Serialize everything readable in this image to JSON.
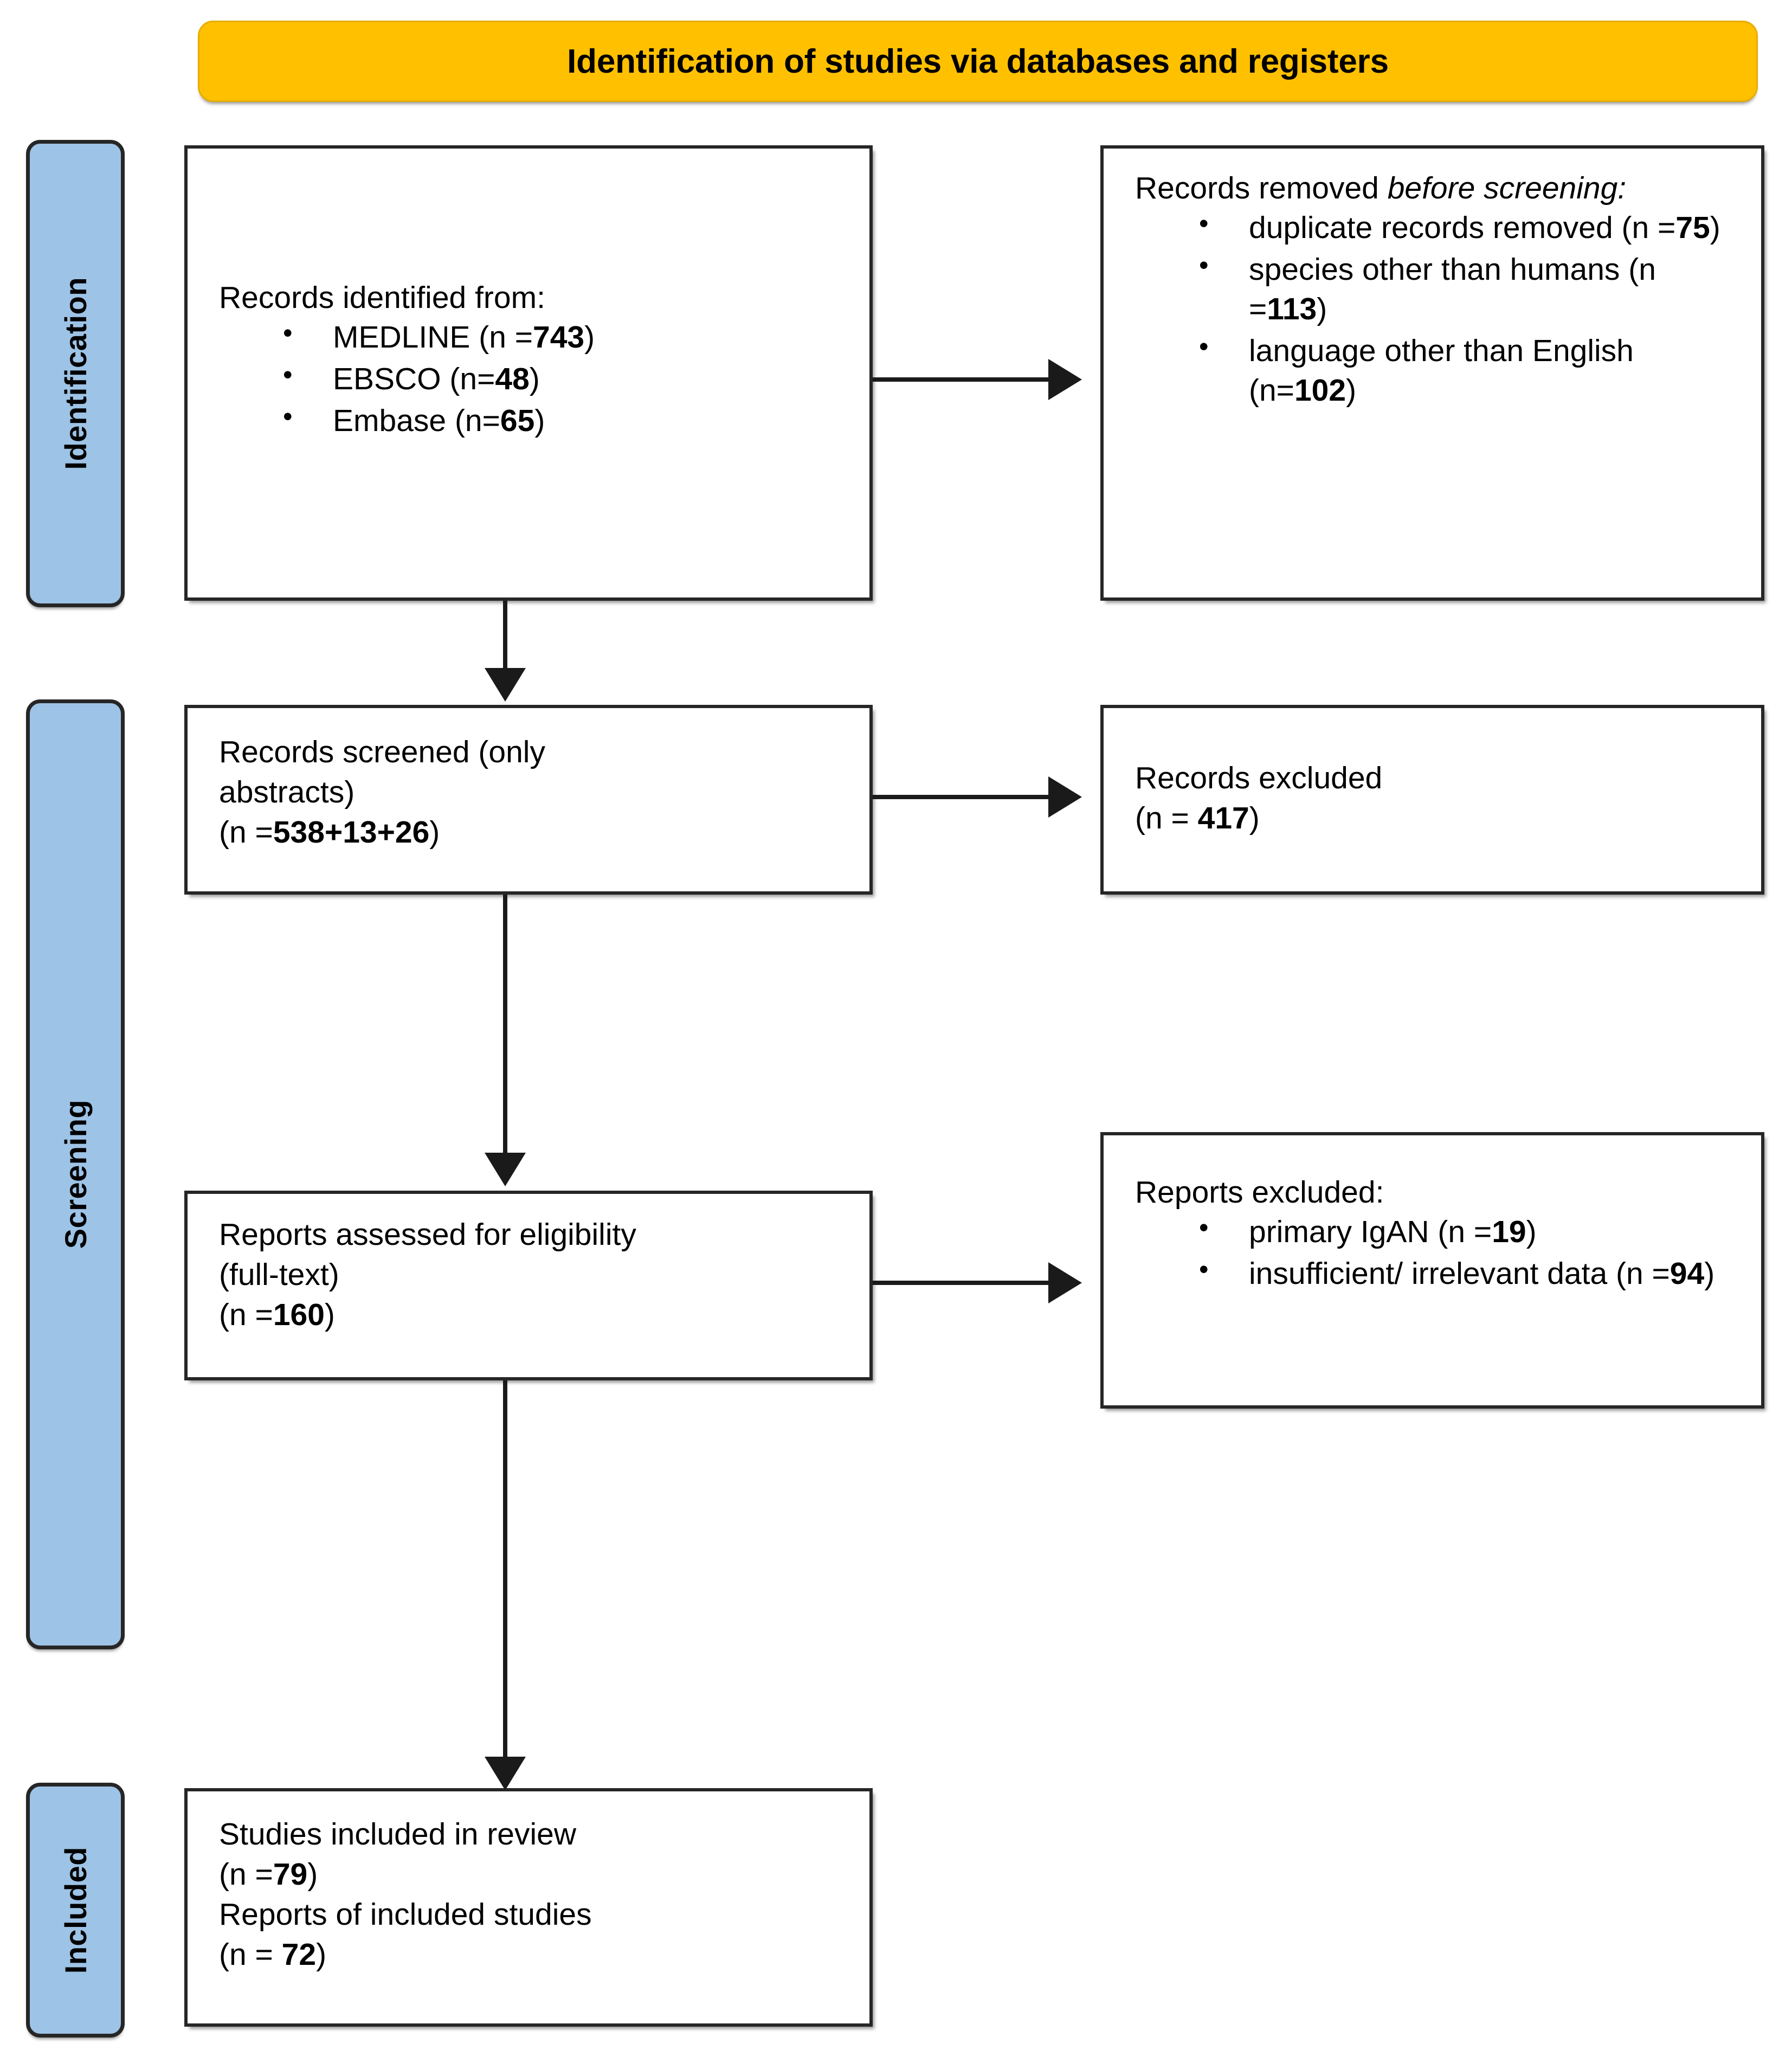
{
  "banner": {
    "title": "Identification of studies via databases and registers",
    "bg_color": "#ffc000"
  },
  "phases": [
    {
      "key": "identification",
      "label": "Identification",
      "bg_color": "#9dc3e6"
    },
    {
      "key": "screening",
      "label": "Screening",
      "bg_color": "#9dc3e6"
    },
    {
      "key": "included",
      "label": "Included",
      "bg_color": "#9dc3e6"
    }
  ],
  "boxes": {
    "identified": {
      "heading": "Records identified from:",
      "bullets": [
        {
          "prefix": "MEDLINE (n =",
          "value": "743",
          "suffix": ")"
        },
        {
          "prefix": "EBSCO (n=",
          "value": "48",
          "suffix": ")"
        },
        {
          "prefix": "Embase (n=",
          "value": "65",
          "suffix": ")"
        }
      ]
    },
    "removed": {
      "heading_plain": "Records removed ",
      "heading_italic": "before screening",
      "heading_tail": ":",
      "bullets": [
        {
          "prefix": "duplicate records removed  (n =",
          "value": "75",
          "suffix": ")"
        },
        {
          "prefix": "species other than humans (n =",
          "value": "113",
          "suffix": ")"
        },
        {
          "prefix": "language other than English (n=",
          "value": "102",
          "suffix": ")"
        }
      ]
    },
    "screened": {
      "line1": "Records screened (only",
      "line2": "abstracts)",
      "count_prefix": "(n =",
      "count_value": "538+13+26",
      "count_suffix": ")"
    },
    "records_excluded": {
      "line1": "Records excluded",
      "count_prefix": "(n = ",
      "count_value": "417",
      "count_suffix": ")"
    },
    "eligibility": {
      "line1": "Reports assessed for eligibility",
      "line2": "(full-text)",
      "count_prefix": "(n =",
      "count_value": "160",
      "count_suffix": ")"
    },
    "reports_excluded": {
      "heading": "Reports excluded:",
      "bullets": [
        {
          "prefix": "primary IgAN (n =",
          "value": "19",
          "suffix": ")"
        },
        {
          "prefix": "insufficient/ irrelevant data (n =",
          "value": "94",
          "suffix": ")"
        }
      ]
    },
    "included": {
      "line1": "Studies included in review",
      "count1_prefix": "(n =",
      "count1_value": "79",
      "count1_suffix": ")",
      "line2": "Reports of included studies",
      "count2_prefix": "(n = ",
      "count2_value": "72",
      "count2_suffix": ")"
    }
  }
}
